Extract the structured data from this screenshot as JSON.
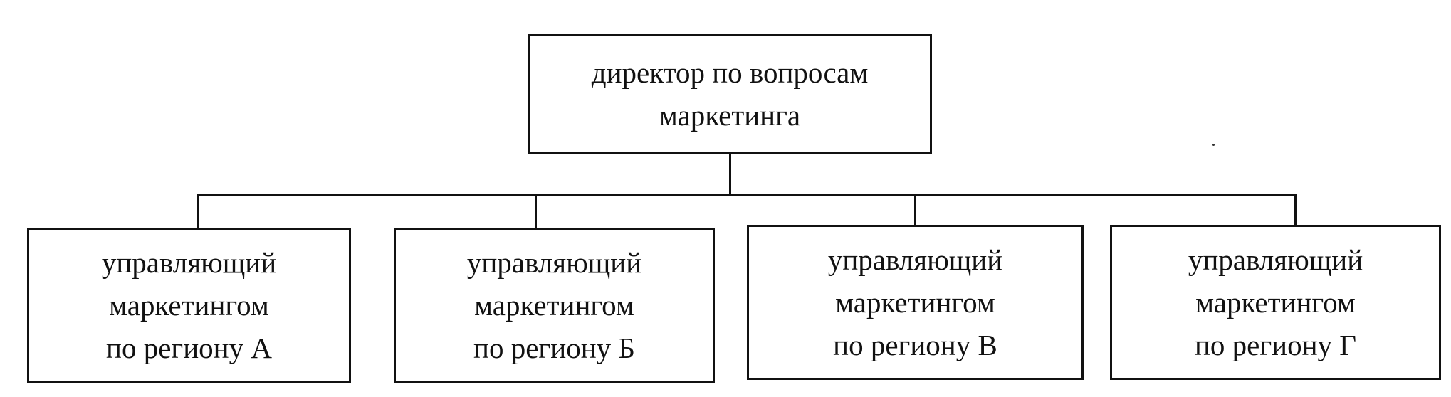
{
  "colors": {
    "line": "#111111",
    "text": "#111111",
    "background": "#ffffff"
  },
  "root": {
    "lines": [
      "директор по вопросам",
      "маркетинга"
    ]
  },
  "children": [
    {
      "lines": [
        "управляющий",
        "маркетингом",
        "по региону А"
      ]
    },
    {
      "lines": [
        "управляющий",
        "маркетингом",
        "по региону Б"
      ]
    },
    {
      "lines": [
        "управляющий",
        "маркетингом",
        "по региону В"
      ]
    },
    {
      "lines": [
        "управляющий",
        "маркетингом",
        "по региону Г"
      ]
    }
  ]
}
